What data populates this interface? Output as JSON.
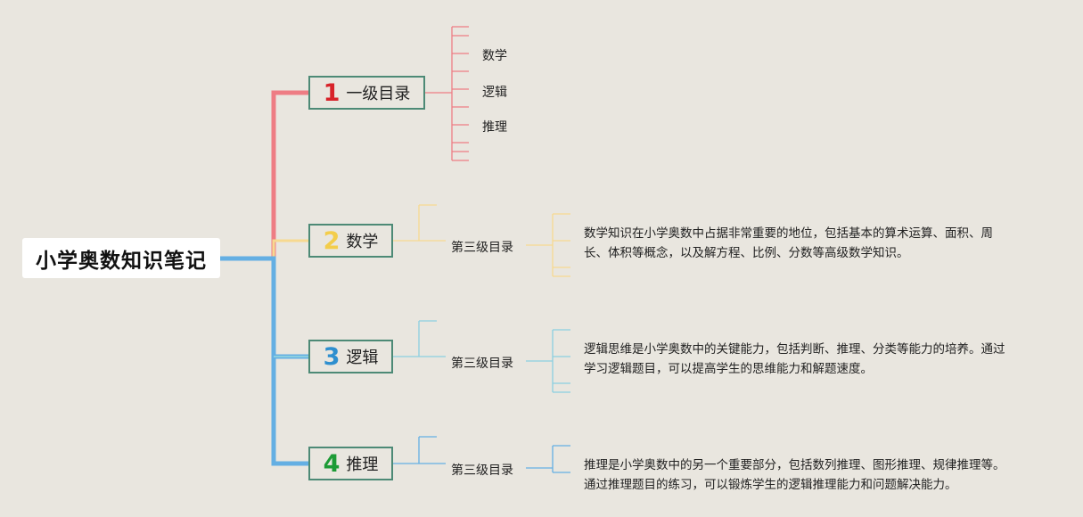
{
  "root": {
    "title": "小学奥数知识笔记"
  },
  "colors": {
    "branch1": "#ee7d84",
    "branch2": "#f7d990",
    "branch3": "#8ccfe0",
    "branch4": "#64afe3",
    "num1": "#d8232a",
    "num2": "#f3cd4b",
    "num3": "#2e8fcf",
    "num4": "#1d9b36",
    "box_border": "#4d8a76"
  },
  "branches": [
    {
      "number": "1",
      "label": "一级目录",
      "children": [
        "数学",
        "逻辑",
        "推理"
      ]
    },
    {
      "number": "2",
      "label": "数学",
      "sub": "第三级目录",
      "text": [
        "数学知识在小学奥数中占据非常重要的地位，包括基本的算术运算、面积、周",
        "长、体积等概念，以及解方程、比例、分数等高级数学知识。"
      ]
    },
    {
      "number": "3",
      "label": "逻辑",
      "sub": "第三级目录",
      "text": [
        "逻辑思维是小学奥数中的关键能力，包括判断、推理、分类等能力的培养。通过",
        "学习逻辑题目，可以提高学生的思维能力和解题速度。"
      ]
    },
    {
      "number": "4",
      "label": "推理",
      "sub": "第三级目录",
      "text": [
        "推理是小学奥数中的另一个重要部分，包括数列推理、图形推理、规律推理等。",
        "通过推理题目的练习，可以锻炼学生的逻辑推理能力和问题解决能力。"
      ]
    }
  ]
}
